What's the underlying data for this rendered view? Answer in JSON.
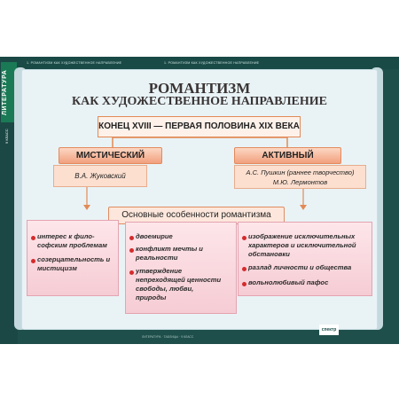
{
  "sidebar": {
    "subject": "ЛИТЕРАТУРА",
    "grade": "9 КЛАСС"
  },
  "header": {
    "left_topic": "1. РОМАНТИЗМ КАК ХУДОЖЕСТВЕННОЕ НАПРАВЛЕНИЕ",
    "center_topic": "1. РОМАНТИЗМ КАК ХУДОЖЕСТВЕННОЕ НАПРАВЛЕНИЕ"
  },
  "title": {
    "line1": "РОМАНТИЗМ",
    "line2": "КАК ХУДОЖЕСТВЕННОЕ НАПРАВЛЕНИЕ"
  },
  "period": "КОНЕЦ XVIII — ПЕРВАЯ ПОЛОВИНА XIX ВЕКА",
  "branches": {
    "mystic": {
      "label": "МИСТИЧЕСКИЙ",
      "author": "В.А. Жуковский"
    },
    "active": {
      "label": "АКТИВНЫЙ",
      "author_line1": "А.С. Пушкин (раннее творчество)",
      "author_line2": "М.Ю. Лермонтов"
    }
  },
  "features_title": "Основные особенности романтизма",
  "columns": [
    {
      "items": [
        "интерес к фило-\nсофским проблемам",
        "созерцательность и\nмистицизм"
      ]
    },
    {
      "items": [
        "двоемирие",
        "конфликт мечты и\nреальности",
        "утверждение\nнепреходящей ценности\nсвободы, любви,\nприроды"
      ]
    },
    {
      "items": [
        "изображение исключительных\nхарактеров и исключительной\nобстановки",
        "разлад личности и общества",
        "вольнолюбивый пафос"
      ]
    }
  ],
  "footer": {
    "caption": "ЛИТЕРАТУРА · ТАБЛИЦЫ · 9 КЛАСС",
    "logo": "спектр"
  }
}
